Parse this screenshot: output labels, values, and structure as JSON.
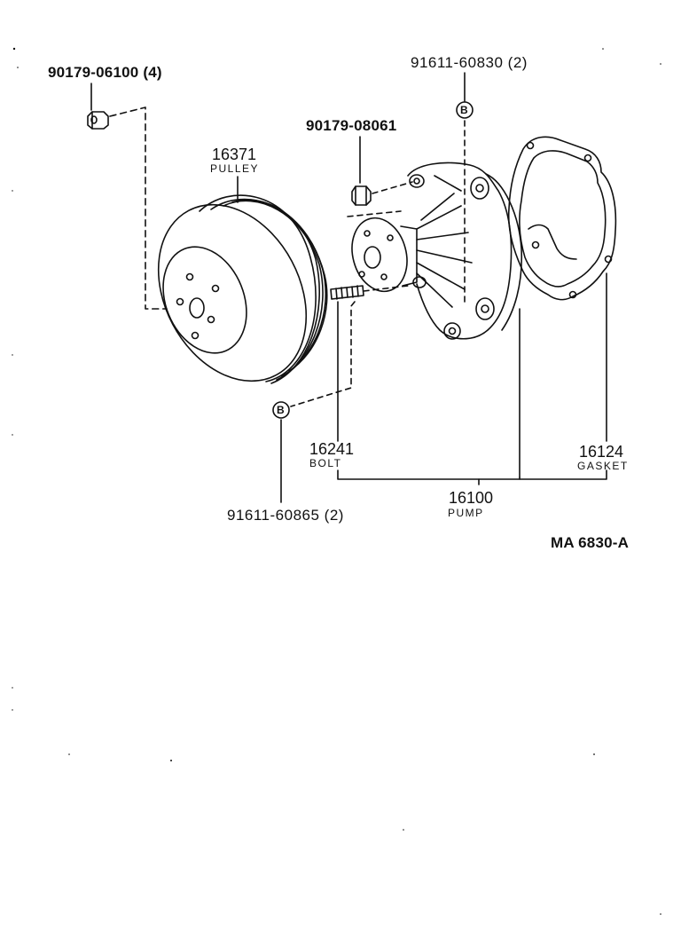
{
  "labels": {
    "nut_top_left": "90179-06100 (4)",
    "stud_top_right": "91611-60830 (2)",
    "nut_center": "90179-08061",
    "pulley_number": "16371",
    "pulley_name": "PULLEY",
    "bolt_number": "16241",
    "bolt_name": "BOLT",
    "stud_bottom": "91611-60865 (2)",
    "pump_number": "16100",
    "pump_name": "PUMP",
    "gasket_number": "16124",
    "gasket_name": "GASKET",
    "ref_b_top": "B",
    "ref_b_bottom": "B",
    "diagram_id": "MA 6830-A"
  }
}
